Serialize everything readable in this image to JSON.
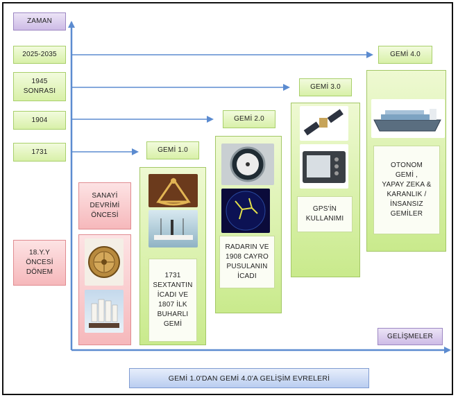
{
  "axes": {
    "y_label": "ZAMAN",
    "x_label": "GELİŞMELER"
  },
  "time_labels": {
    "t2025": "2025-2035",
    "t1945": "1945\nSONRASI",
    "t1904": "1904",
    "t1731": "1731",
    "t18yy": "18.Y.Y\nÖNCESİ\nDÖNEM"
  },
  "stages": {
    "pre": {
      "title": "SANAYİ\nDEVRİMİ\nÖNCESİ"
    },
    "g1": {
      "title": "GEMİ 1.0",
      "desc": "1731\nSEXTANTIN\nİCADI VE\n1807 İLK\nBUHARLI\nGEMİ"
    },
    "g2": {
      "title": "GEMİ 2.0",
      "desc": "RADARIN VE\n1908 CAYRO\nPUSULANIN\nİCADI"
    },
    "g3": {
      "title": "GEMİ 3.0",
      "desc": "GPS'İN\nKULLANIMI"
    },
    "g4": {
      "title": "GEMİ 4.0",
      "desc": "OTONOM\nGEMİ ,\nYAPAY ZEKA &\nKARANLIK /\nİNSANSIZ\nGEMİLER"
    }
  },
  "caption": "GEMİ 1.0'DAN GEMİ 4.0'A GELİŞİM EVRELERİ",
  "colors": {
    "axis": "#5b8bd0",
    "green": "#c9ea8c",
    "pink": "#f6b8bb",
    "purple": "#cdbbe6",
    "blue": "#b9cdf0"
  }
}
